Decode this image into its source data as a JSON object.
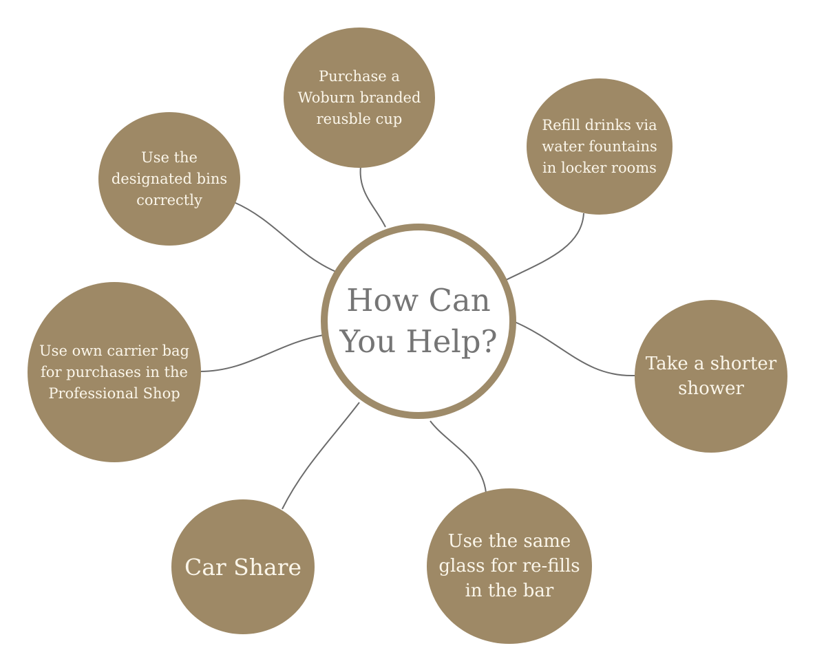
{
  "diagram": {
    "center": {
      "label": "How Can\nYou Help?"
    },
    "nodes": [
      {
        "id": "cup",
        "label": "Purchase a\nWoburn branded\nreusble cup"
      },
      {
        "id": "refill",
        "label": "Refill drinks via\nwater fountains\nin locker rooms"
      },
      {
        "id": "shower",
        "label": "Take a shorter\nshower"
      },
      {
        "id": "glass",
        "label": "Use the same\nglass for re-fills\nin the bar"
      },
      {
        "id": "carshare",
        "label": "Car Share"
      },
      {
        "id": "bag",
        "label": "Use own carrier bag\nfor purchases in the\nProfessional Shop"
      },
      {
        "id": "bins",
        "label": "Use the\ndesignated bins\ncorrectly"
      }
    ],
    "colors": {
      "node_fill": "#9e8966",
      "center_ring": "#9e8b6a",
      "node_text": "#fbf6ea",
      "center_text": "#757575",
      "connector": "#6b6b6b"
    }
  }
}
